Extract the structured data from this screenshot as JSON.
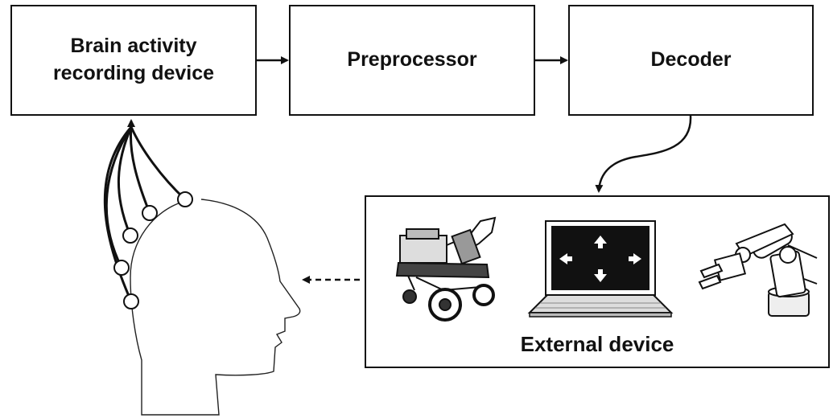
{
  "blocks": {
    "recording_line1": "Brain activity",
    "recording_line2": "recording device",
    "preprocessor": "Preprocessor",
    "decoder": "Decoder",
    "external_device": "External device"
  },
  "icons": [
    "wheelchair-icon",
    "laptop-icon",
    "robot-arm-icon",
    "head-icon",
    "electrode-icon"
  ],
  "colors": {
    "stroke": "#111111",
    "screen": "#111111",
    "background": "#ffffff"
  }
}
